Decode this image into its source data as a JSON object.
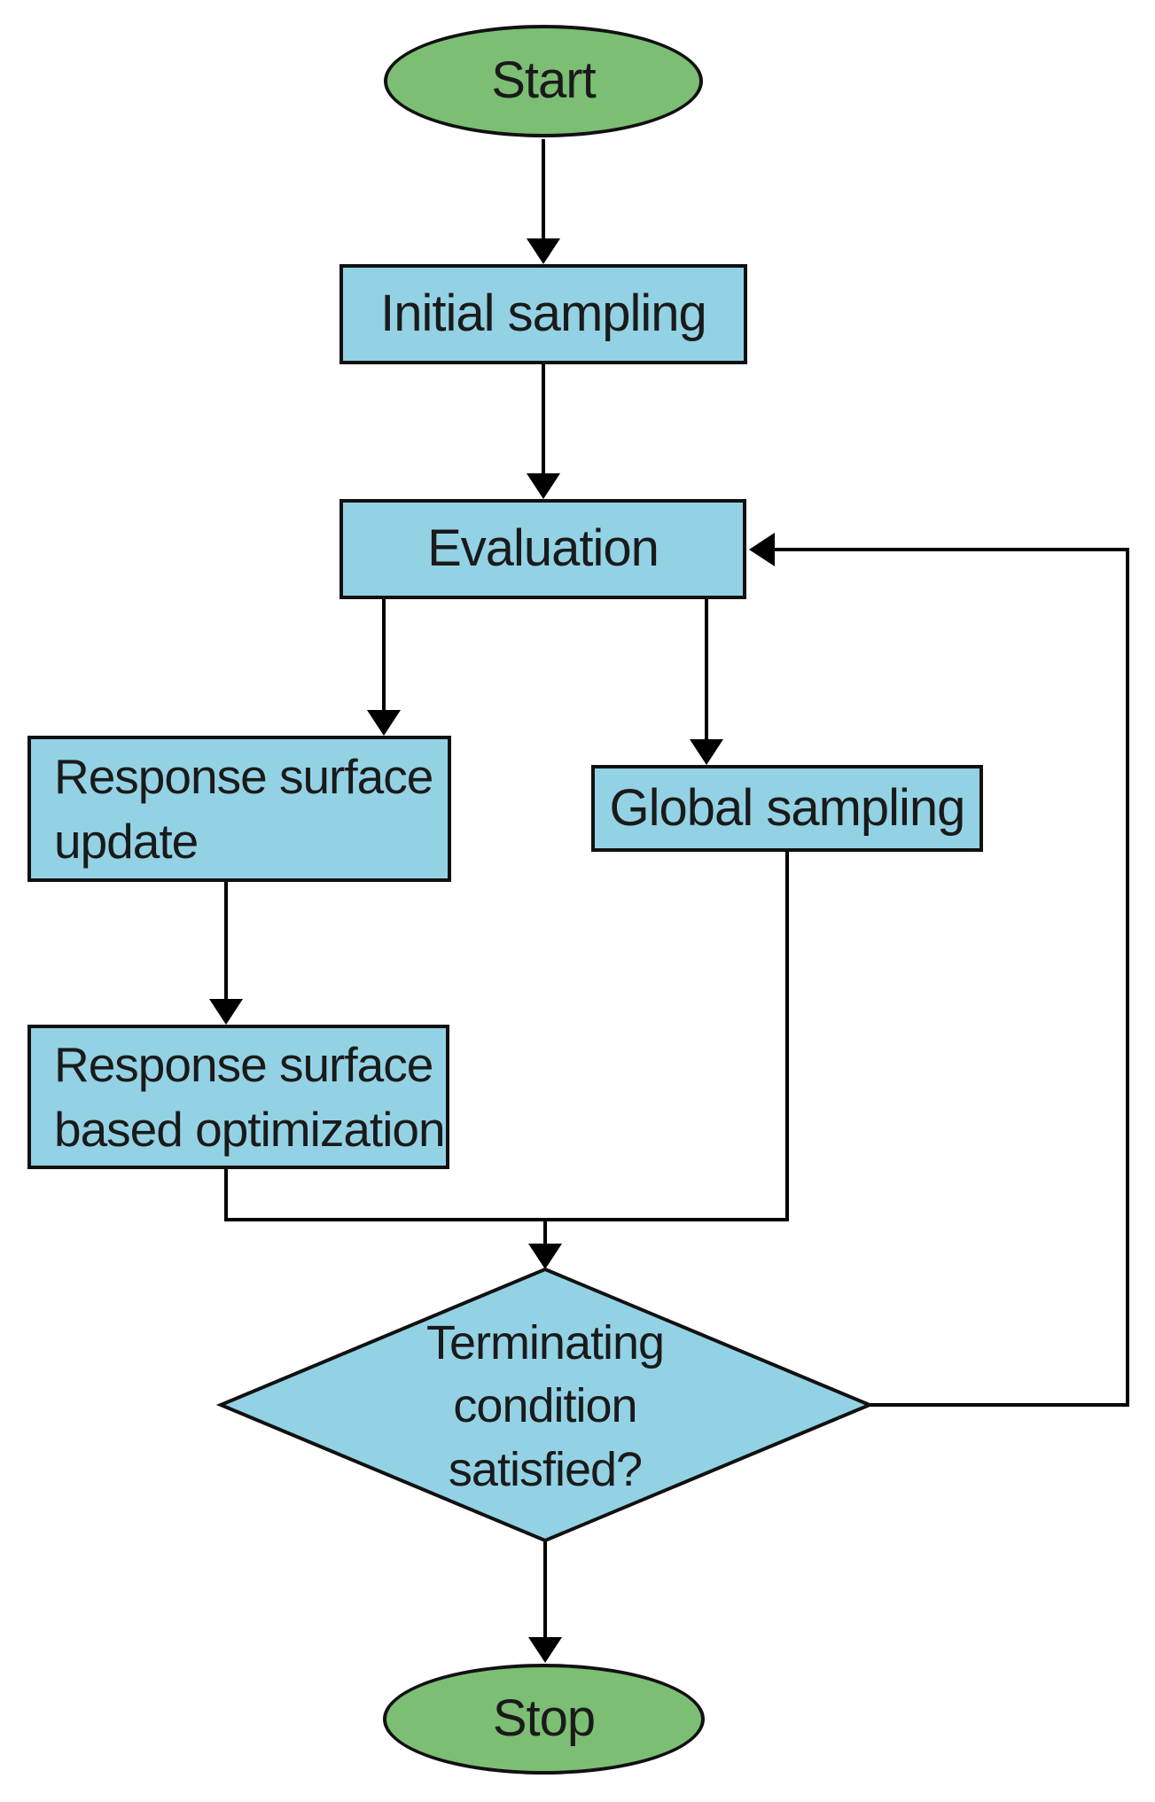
{
  "figure_type": "flowchart",
  "colors": {
    "green": "#7cbe74",
    "blue": "#93d2e4",
    "outline": "#111111",
    "line": "#000000",
    "text": "#1a1a1a",
    "background": "#ffffff"
  },
  "nodes": {
    "start": {
      "label": "Start",
      "shape": "terminator"
    },
    "initial_sampling": {
      "label": "Initial sampling",
      "shape": "process"
    },
    "evaluation": {
      "label": "Evaluation",
      "shape": "process"
    },
    "response_surface_update": {
      "label": "Response surface\nupdate",
      "shape": "process"
    },
    "global_sampling": {
      "label": "Global sampling",
      "shape": "process"
    },
    "response_surface_based_optimization": {
      "label": "Response surface\nbased optimization",
      "shape": "process"
    },
    "terminating_condition": {
      "label": "Terminating\ncondition\nsatisfied?",
      "shape": "decision"
    },
    "stop": {
      "label": "Stop",
      "shape": "terminator"
    }
  },
  "edges": [
    {
      "from": "start",
      "to": "initial_sampling"
    },
    {
      "from": "initial_sampling",
      "to": "evaluation"
    },
    {
      "from": "evaluation",
      "to": "response_surface_update"
    },
    {
      "from": "evaluation",
      "to": "global_sampling"
    },
    {
      "from": "response_surface_update",
      "to": "response_surface_based_optimization"
    },
    {
      "from": "response_surface_based_optimization",
      "to": "terminating_condition"
    },
    {
      "from": "global_sampling",
      "to": "terminating_condition"
    },
    {
      "from": "terminating_condition",
      "to": "evaluation"
    },
    {
      "from": "terminating_condition",
      "to": "stop"
    }
  ]
}
